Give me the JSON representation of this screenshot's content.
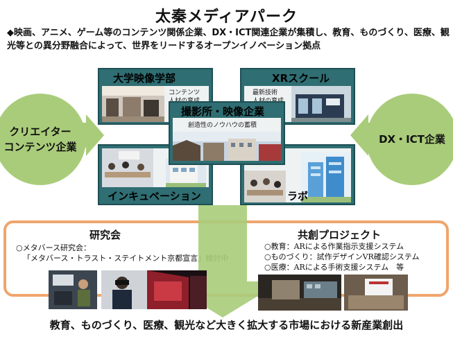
{
  "title": "太秦メディアパーク",
  "intro": "◆映画、アニメ、ゲーム等のコンテンツ関係企業、DX・ICT関連企業が集積し、教育、ものづくり、医療、観光等との異分野融合によって、世界をリードするオープンイノベーション拠点",
  "left_circle": {
    "line1": "クリエイター",
    "line2": "コンテンツ企業"
  },
  "right_circle": {
    "label": "DX・ICT企業"
  },
  "boxes": {
    "university": {
      "title": "大学映像学部",
      "sub1": "コンテンツ",
      "sub2": "人材の育成"
    },
    "xr": {
      "title": "XRスクール",
      "sub1": "最新技術",
      "sub2": "人材の育成"
    },
    "studio": {
      "title": "撮影所・映像企業",
      "sub": "創造性のノウハウの蓄積"
    },
    "incubation": {
      "title": "インキュベーション"
    },
    "lab": {
      "title": "ラボ"
    }
  },
  "research": {
    "title": "研究会",
    "line1": "○メタバース研究会：",
    "line2": "「メタバース・トラスト・ステイトメント京都宣言」検討中"
  },
  "project": {
    "title": "共創プロジェクト",
    "items": [
      "○教育：ARによる作業指示支援システム",
      "○ものづくり：試作デザインVR確認システム",
      "○医療：ARによる手術支援システム　等"
    ]
  },
  "footer": "教育、ものづくり、医療、観光など大きく拡大する市場における新産業創出",
  "colors": {
    "box": "#2f6e73",
    "circle": "#a9cc7a",
    "arrow": "#a9cc7a",
    "band_border": "#f0a56c"
  }
}
